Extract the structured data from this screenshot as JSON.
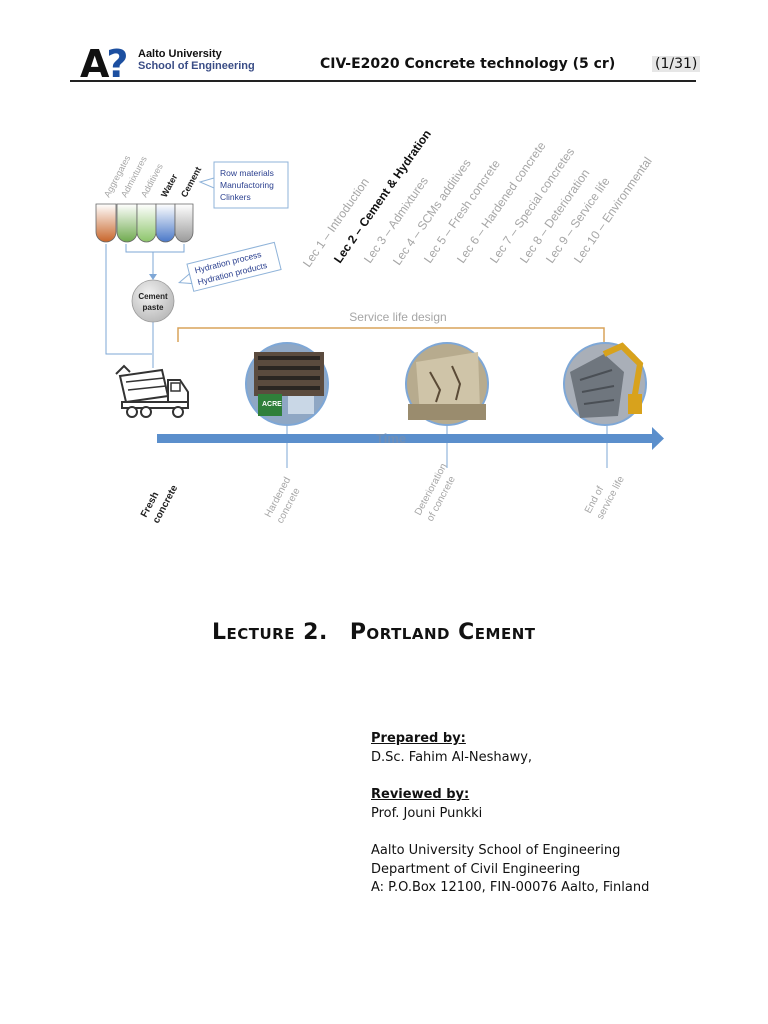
{
  "header": {
    "logo_mark": "A",
    "logo_mark_q": "?",
    "university": "Aalto University",
    "school": "School of Engineering",
    "course_title": "CIV-E2020 Concrete technology (5 cr)",
    "page": "(1/31)"
  },
  "diagram": {
    "ingredients": [
      "Aggregates",
      "Admixtures",
      "Additives",
      "Water",
      "Cement"
    ],
    "raw_box": [
      "Row materials",
      "Manufactoring",
      "Clinkers"
    ],
    "hydration_box": [
      "Hydration process",
      "Hydration products"
    ],
    "cement_paste": [
      "Cement",
      "paste"
    ],
    "lectures": [
      "Lec 1 – Introduction",
      "Lec 2 – Cement & Hydration",
      "Lec 3 – Admixtures",
      "Lec 4 – SCMs additives",
      "Lec 5 – Fresh concrete",
      "Lec 6 – Hardened concrete",
      "Lec 7 – Special concretes",
      "Lec 8 – Deterioration",
      "Lec 9 – Service life",
      "Lec 10 – Environmental"
    ],
    "service_life_label": "Service life design",
    "time_label": "Time",
    "stages": [
      [
        "Fresh",
        "concrete"
      ],
      [
        "Hardened",
        "concrete"
      ],
      [
        "Deterioration",
        "of concrete"
      ],
      [
        "End of",
        "service life"
      ]
    ],
    "sign_text": "ACRE"
  },
  "lecture_title": {
    "number": "Lecture 2.",
    "name": "Portland Cement"
  },
  "credits": {
    "prepared_label": "Prepared by:",
    "prepared_name": "D.Sc. Fahim Al-Neshawy,",
    "reviewed_label": "Reviewed by:",
    "reviewed_name": "Prof. Jouni Punkki",
    "address1": "Aalto University School of Engineering",
    "address2": "Department of Civil Engineering",
    "address3": "A: P.O.Box 12100, FIN-00076 Aalto, Finland"
  },
  "colors": {
    "time_arrow": "#5b8fcc",
    "bracket": "#d9a35a",
    "connector": "#7ea7d6",
    "box_border": "#8fb3d9",
    "box_text": "#2a3f8f",
    "highlight_lecture": "#111111",
    "muted_lecture": "#a6a6a6"
  }
}
